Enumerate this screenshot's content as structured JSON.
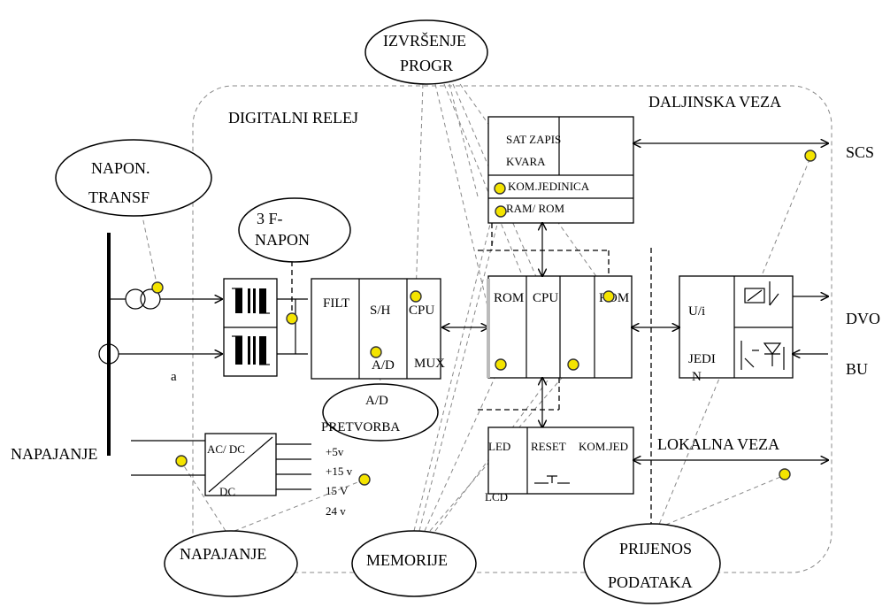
{
  "labels": {
    "izvrsenje_1": "IZVRŠENJE",
    "izvrsenje_2": "PROGR",
    "digitalni_relej": "DIGITALNI RELEJ",
    "daljinska_veza": "DALJINSKA VEZA",
    "napon_transf_1": "NAPON.",
    "napon_transf_2": "TRANSF",
    "sat_zapis_1": "SAT  ZAPIS",
    "sat_zapis_2": "KVARA",
    "kom_jedinica": "KOM.JEDINICA",
    "ram_rom": "RAM/ ROM",
    "scs": "SCS",
    "three_f_1": "3 F-",
    "three_f_2": "NAPON",
    "filt": "FILT",
    "sh": "S/H",
    "cpu_a": "CPU",
    "ad": "A/D",
    "mux": "MUX",
    "rom_left": "ROM",
    "cpu_b": "CPU",
    "rom_right": "ROM",
    "ui_1": "U/i",
    "ui_2": "JEDI",
    "ui_3": "N",
    "dvo": "DVO",
    "bu": "BU",
    "a": "a",
    "ad_pretvorba_1": "A/D",
    "ad_pretvorba_2": "PRETVORBA",
    "napajanje_left": "NAPAJANJE",
    "ac_dc": "AC/ DC",
    "dc": "DC",
    "v5": "+5v",
    "v15p": "+15 v",
    "v15": "15 V",
    "v24": "24 v",
    "led": "LED",
    "lcd": "LCD",
    "reset": "RESET",
    "kom_jed": "KOM.JED",
    "lokalna_veza": "LOKALNA  VEZA",
    "napajanje_bottom": "NAPAJANJE",
    "memorije": "MEMORIJE",
    "prijenos_1": "PRIJENOS",
    "prijenos_2": "PODATAKA"
  },
  "colors": {
    "indicator": "#f4e400",
    "frame": "#888888",
    "ink": "#000000"
  }
}
